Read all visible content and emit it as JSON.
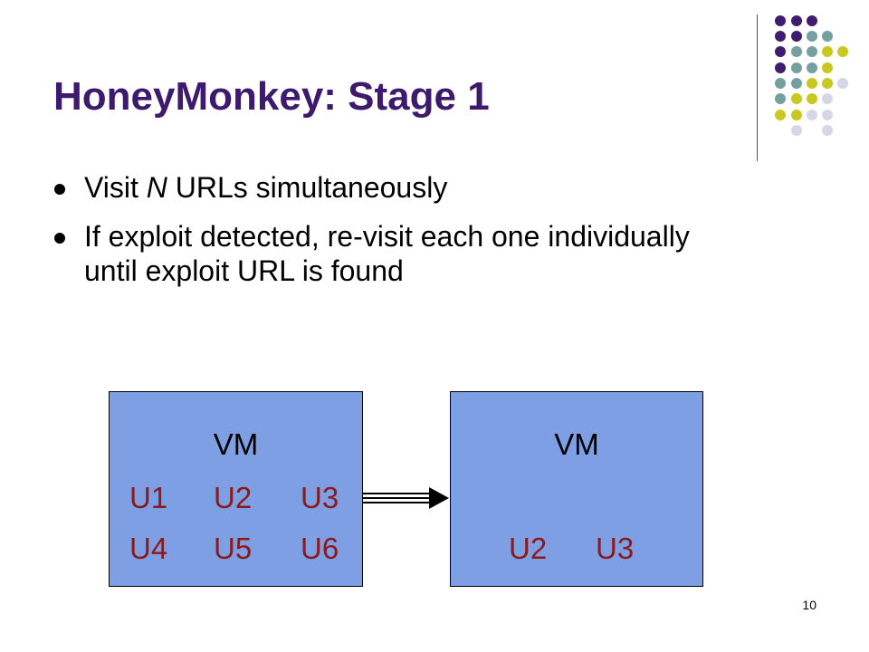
{
  "slide": {
    "title": "HoneyMonkey: Stage 1",
    "bullets": [
      {
        "pre": "Visit ",
        "emphasis": "N",
        "post": " URLs simultaneously"
      },
      {
        "pre": "If exploit detected, re-visit each one individually until exploit URL is found",
        "emphasis": "",
        "post": ""
      }
    ],
    "page_number": "10"
  },
  "diagram": {
    "left_vm": {
      "label": "VM",
      "urls_row1": [
        "U1",
        "U2",
        "U3"
      ],
      "urls_row2": [
        "U4",
        "U5",
        "U6"
      ]
    },
    "right_vm": {
      "label": "VM",
      "urls_row": [
        "U2",
        "U3"
      ]
    }
  },
  "colors": {
    "title": "#3d1a6e",
    "vm_box_fill": "#7f9fe5",
    "url_text": "#8b1a1a",
    "dot_purple": "#3f1c6d",
    "dot_teal": "#74a0a0",
    "dot_yellow": "#c8c81e",
    "dot_lavender": "#d6d6e8"
  }
}
